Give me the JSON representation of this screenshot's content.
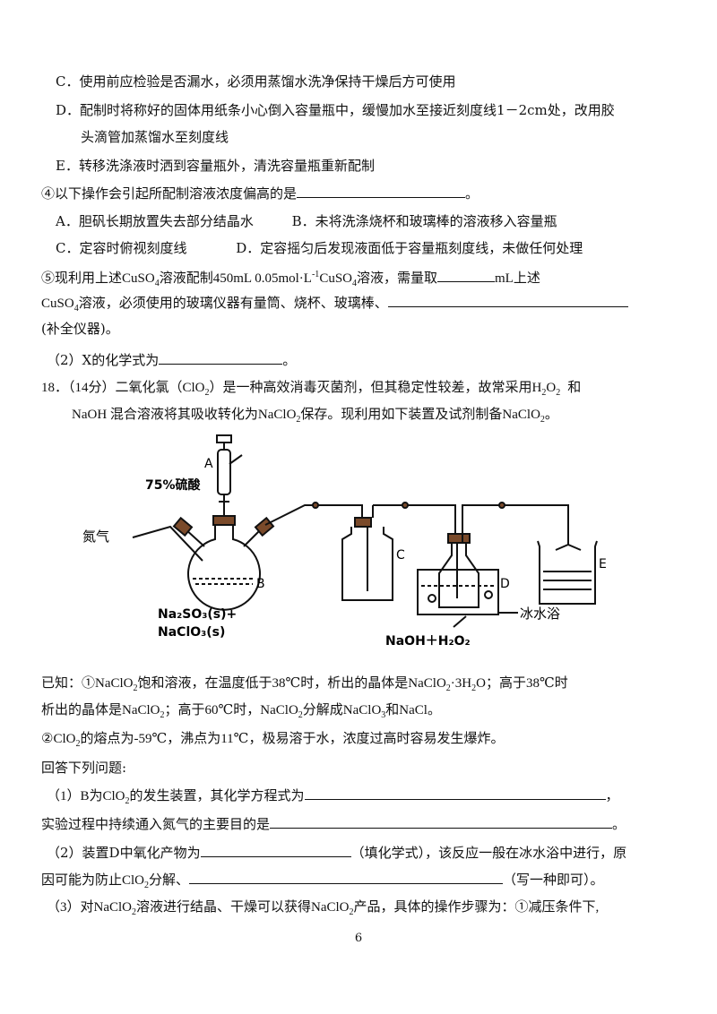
{
  "options_c": "C．使用前应检验是否漏水，必须用蒸馏水洗净保持干燥后方可使用",
  "options_d1": "D．配制时将称好的固体用纸条小心倒入容量瓶中，缓慢加水至接近刻度线1－2cm处，改用胶",
  "options_d2": "头滴管加蒸馏水至刻度线",
  "options_e": "E．转移洗涤液时洒到容量瓶外，清洗容量瓶重新配制",
  "q4_text": "④以下操作会引起所配制溶液浓度偏高的是",
  "q4_end": "。",
  "q4_a": "A．胆矾长期放置失去部分结晶水",
  "q4_b": "B．未将洗涤烧杯和玻璃棒的溶液移入容量瓶",
  "q4_c": "C．定容时俯视刻度线",
  "q4_d": "D．定容摇匀后发现液面低于容量瓶刻度线，未做任何处理",
  "q5_l1a": "⑤现利用上述CuSO",
  "q5_l1b": "溶液配制450mL 0.05mol·L",
  "q5_l1c": "CuSO",
  "q5_l1d": "溶液，需量取",
  "q5_l1e": "mL上述",
  "q5_l2a": "CuSO",
  "q5_l2b": "溶液，必须使用的玻璃仪器有量筒、烧杯、玻璃棒、",
  "q5_l3": "(补全仪器)。",
  "sub4": "4",
  "sup_neg1": "-1",
  "q2_x": "（2）X的化学式为",
  "q2_x_end": "。",
  "q18_l1a": "18．（14分）二氧化氯（ClO",
  "q18_l1b": "）是一种高效消毒灭菌剂，但其稳定性较差，故常采用H",
  "q18_l1c": "O",
  "q18_l1d": "和",
  "q18_l2a": "NaOH 混合溶液将其吸收转化为NaClO",
  "q18_l2b": "保存。现利用如下装置及试剂制备NaClO",
  "q18_l2c": "。",
  "sub2": "2",
  "sub3": "3",
  "diagram": {
    "label_A": "A",
    "label_acid": "75%硫酸",
    "label_n2": "氮气",
    "label_B": "B",
    "label_C": "C",
    "label_D": "D",
    "label_E": "E",
    "label_reagent1": "Na₂SO₃(s)+",
    "label_reagent2": "NaClO₃(s)",
    "label_ice": "冰水浴",
    "label_naoh": "NaOH＋H₂O₂"
  },
  "known1a": "已知：①NaClO",
  "known1b": "饱和溶液，在温度低于38℃时，析出的晶体是NaClO",
  "known1c": "·3H",
  "known1d": "O；高于38℃时",
  "known2a": "析出的晶体是NaClO",
  "known2b": "；高于60℃时，NaClO",
  "known2c": "分解成NaClO",
  "known2d": "和NaCl。",
  "known3a": "②ClO",
  "known3b": "的熔点为-59℃，沸点为11℃，极易溶于水，浓度过高时容易发生爆炸。",
  "answer_prompt": "回答下列问题:",
  "a1a": "（1）B为ClO",
  "a1b": "的发生装置，其化学方程式为",
  "a1c": "，",
  "a1d": "实验过程中持续通入氮气的主要目的是",
  "a1e": "。",
  "a2a": "（2）装置D中氧化产物为",
  "a2b": "（填化学式），该反应一般在冰水浴中进行，原",
  "a2c": "因可能为防止ClO",
  "a2d": "分解、",
  "a2e": "（写一种即可）。",
  "a3a": "（3）对NaClO",
  "a3b": "溶液进行结晶、干燥可以获得NaClO",
  "a3c": "产品，具体的操作步骤为：①减压条件下,",
  "page_number": "6"
}
